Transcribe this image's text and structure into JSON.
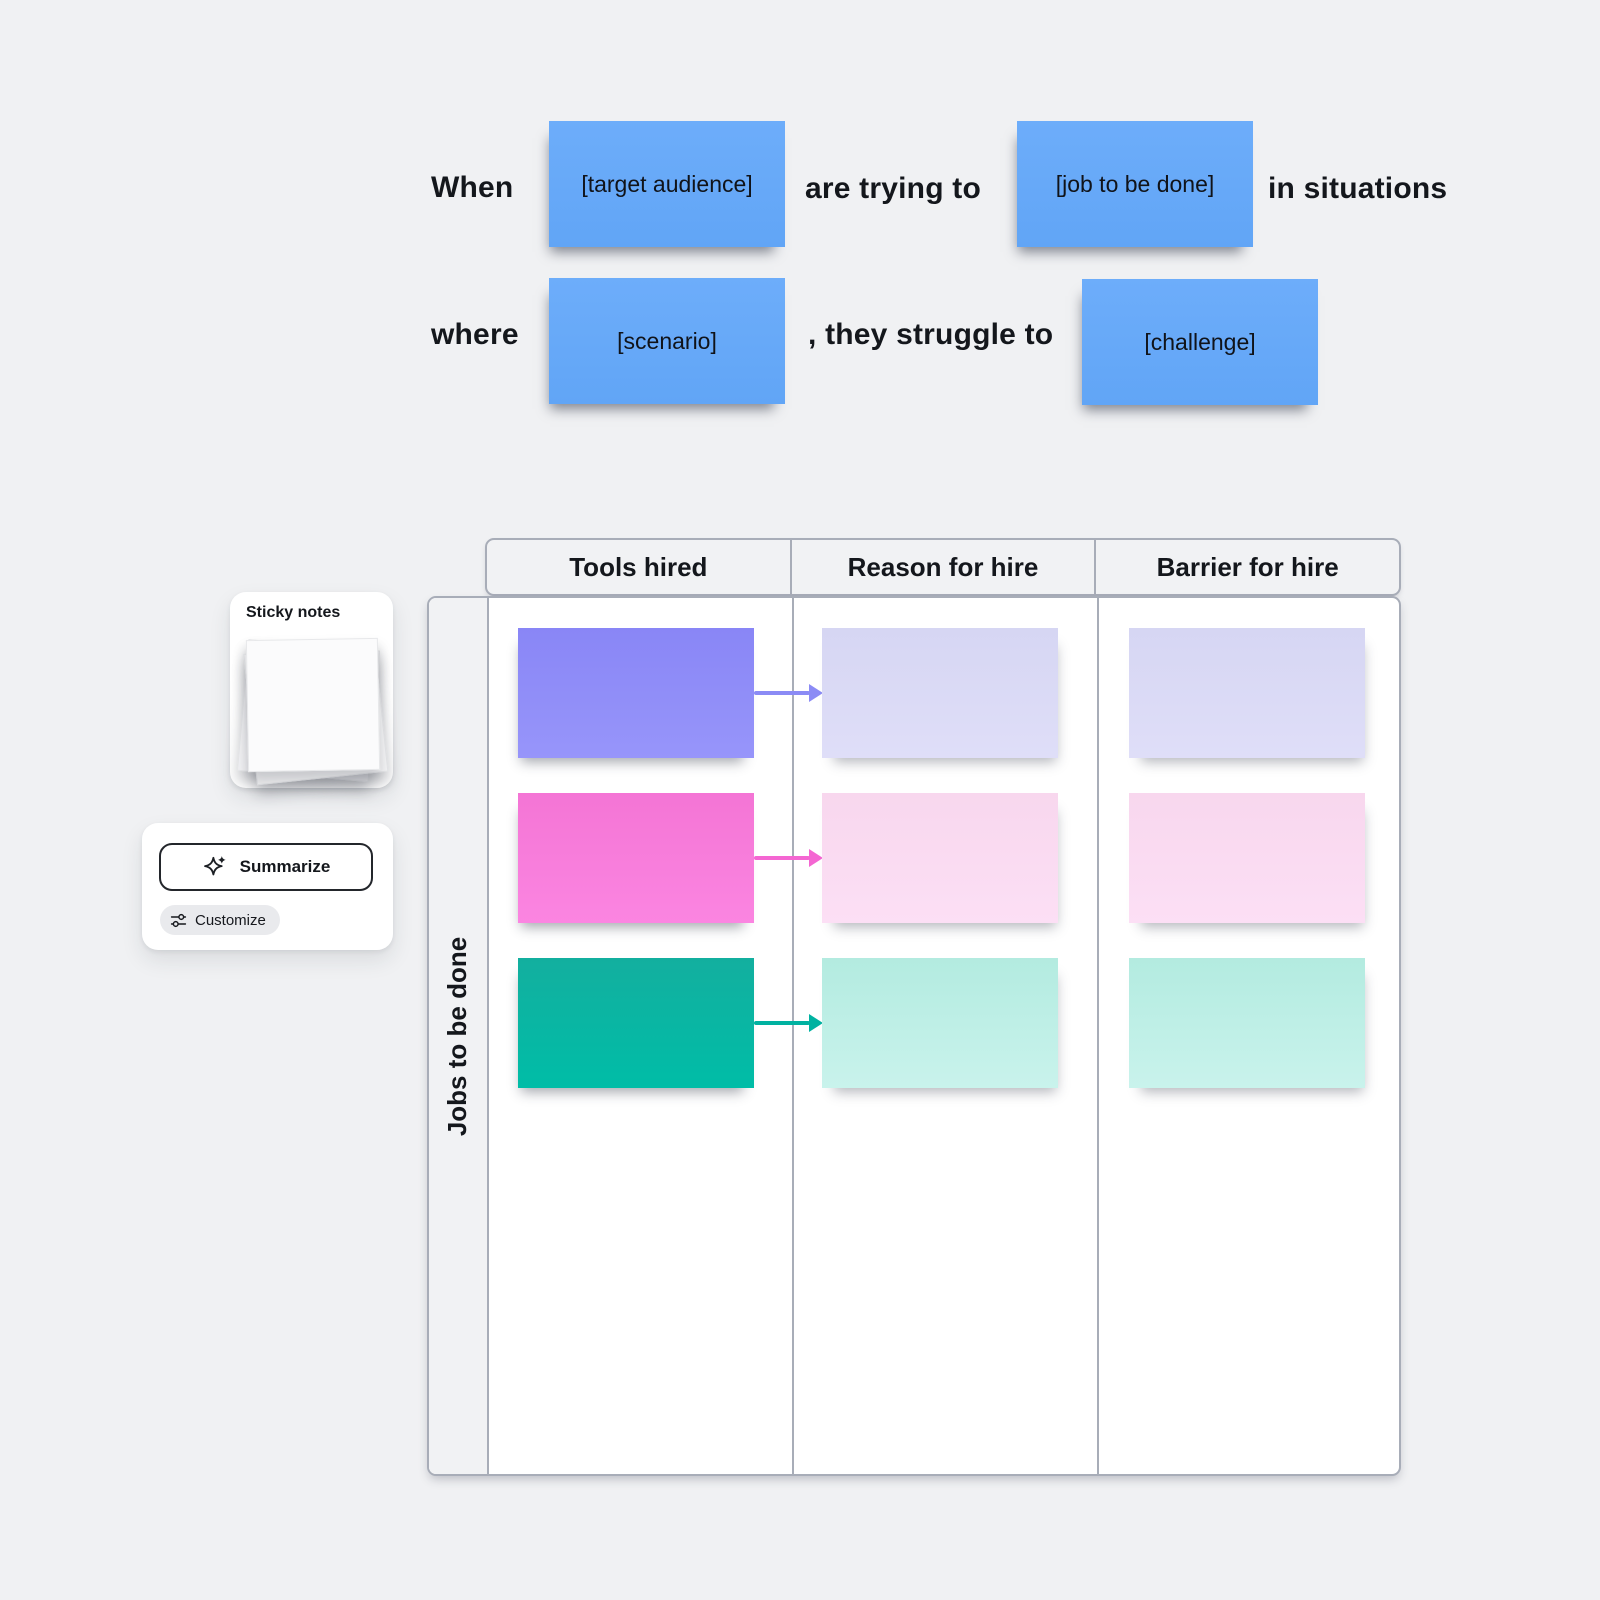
{
  "canvas": {
    "background": "#f0f1f3"
  },
  "sentence": {
    "note_color": "#66a9f8",
    "line1": {
      "prefix": "When",
      "note1": "[target audience]",
      "connector": "are trying to",
      "note2": "[job to be done]",
      "suffix": "in situations"
    },
    "line2": {
      "prefix": "where",
      "note1": "[scenario]",
      "connector": ", they struggle to",
      "note2": "[challenge]"
    }
  },
  "panels": {
    "sticky_notes": {
      "title": "Sticky notes",
      "stack_icon": "sticky-note-stack"
    },
    "ai": {
      "summarize": "Summarize",
      "summarize_icon": "sparkle-icon",
      "customize": "Customize",
      "customize_icon": "sliders-icon"
    }
  },
  "table": {
    "columns": [
      "Tools hired",
      "Reason for hire",
      "Barrier for hire"
    ],
    "row_label": "Jobs to be done",
    "border_color": "#a8adb8",
    "rows": [
      {
        "name": "purple",
        "solid_note": "#8f8df8",
        "light_note": "#dadaf5",
        "arrow": "#8b8bf5"
      },
      {
        "name": "pink",
        "solid_note": "#f77cda",
        "light_note": "#fadbf2",
        "arrow": "#f466d2"
      },
      {
        "name": "teal",
        "solid_note": "#08b6a3",
        "light_note": "#bfefe6",
        "arrow": "#00b2a1"
      }
    ]
  }
}
